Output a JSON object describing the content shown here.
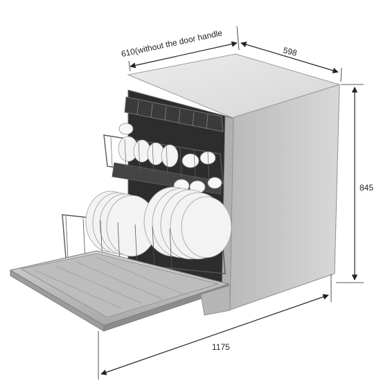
{
  "dimensions": {
    "depth_without_handle": "610(without the door handle",
    "width": "598",
    "height": "845",
    "depth_door_open": "1175"
  },
  "colors": {
    "cabinet_side": "#c9c9c9",
    "cabinet_top": "#e4e4e4",
    "cabinet_edge": "#9a9a9a",
    "interior": "#2a2a2a",
    "rack": "#5a5a5a",
    "dish": "#f2f2f2",
    "dimension_line": "#222222"
  }
}
